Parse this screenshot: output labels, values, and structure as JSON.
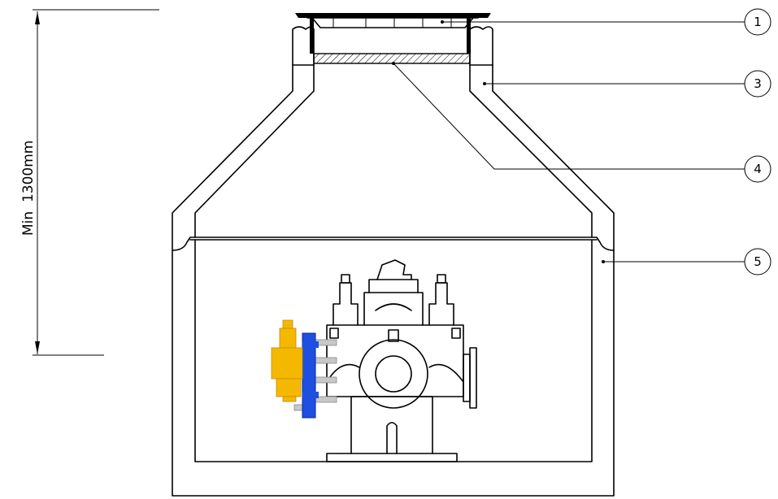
{
  "dimension": {
    "label": "Min  1300mm"
  },
  "callouts": [
    {
      "id": "1",
      "label": "1"
    },
    {
      "id": "3",
      "label": "3"
    },
    {
      "id": "4",
      "label": "4"
    },
    {
      "id": "5",
      "label": "5"
    }
  ],
  "colors": {
    "line": "#000000",
    "flange_blue": "#1f4fe0",
    "valve_yellow": "#f5b800",
    "bolt_grey": "#c8c8c8"
  }
}
